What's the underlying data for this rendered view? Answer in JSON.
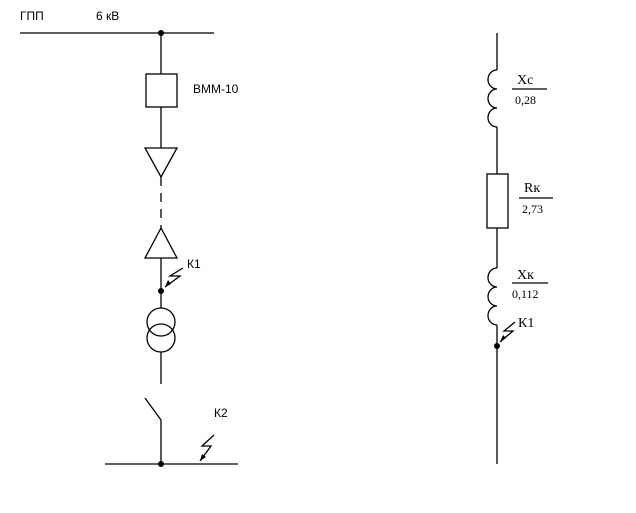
{
  "left_scheme": {
    "bus_label": "ГПП",
    "voltage_label": "6 кВ",
    "breaker_label": "ВММ-10",
    "fault_k1_label": "К1",
    "fault_k2_label": "К2"
  },
  "right_scheme": {
    "xc": {
      "name": "Xc",
      "value": "0,28"
    },
    "rk": {
      "name": "Rк",
      "value": "2,73"
    },
    "xk": {
      "name": "Xк",
      "value": "0,112"
    },
    "fault_k1_label": "К1"
  }
}
